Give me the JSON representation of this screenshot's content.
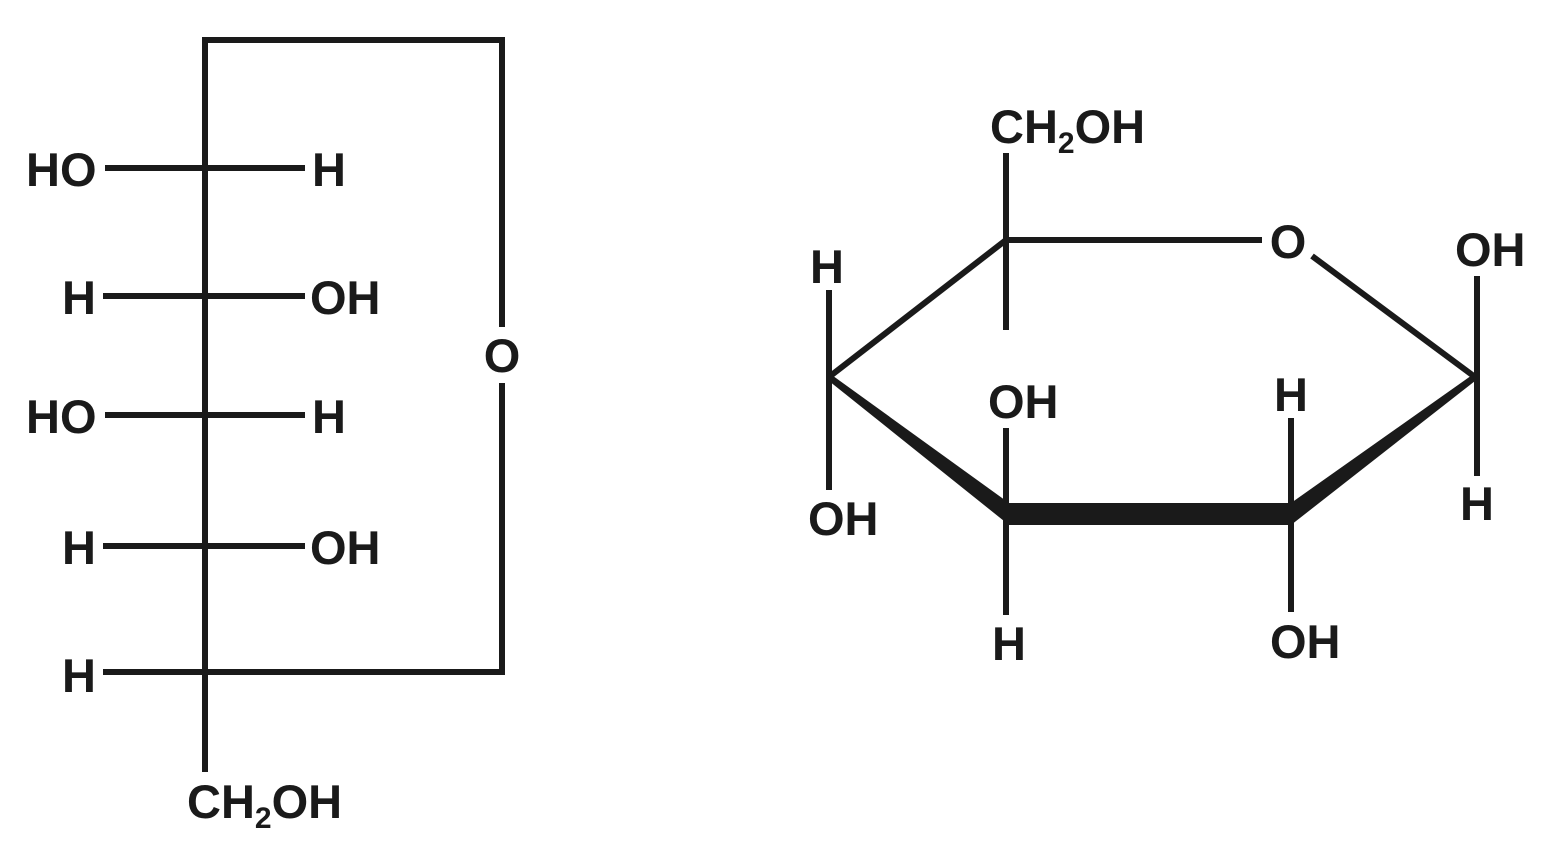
{
  "colors": {
    "ink": "#1a1a1a",
    "background": "#ffffff"
  },
  "fischer": {
    "rows": [
      {
        "left": "HO",
        "right": "H"
      },
      {
        "left": "H",
        "right": "OH"
      },
      {
        "left": "HO",
        "right": "H"
      },
      {
        "left": "H",
        "right": "OH"
      },
      {
        "left": "H",
        "right": ""
      }
    ],
    "ring_oxygen": "O",
    "bottom_group": {
      "prefix": "CH",
      "subscript": "2",
      "suffix": "OH"
    }
  },
  "haworth": {
    "ring_oxygen": "O",
    "c6_group": {
      "prefix": "CH",
      "subscript": "2",
      "suffix": "OH"
    },
    "c1": {
      "up": "OH",
      "down": "H"
    },
    "c2": {
      "up": "H",
      "down": "OH"
    },
    "c3": {
      "up": "OH",
      "down": "H"
    },
    "c4": {
      "up": "H",
      "down": "OH"
    }
  }
}
